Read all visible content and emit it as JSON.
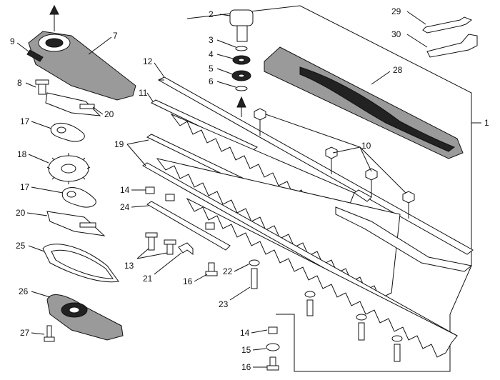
{
  "diagram": {
    "callouts": [
      {
        "key": "c1",
        "label": "1"
      },
      {
        "key": "c2",
        "label": "2"
      },
      {
        "key": "c3",
        "label": "3"
      },
      {
        "key": "c4",
        "label": "4"
      },
      {
        "key": "c5",
        "label": "5"
      },
      {
        "key": "c6",
        "label": "6"
      },
      {
        "key": "c7",
        "label": "7"
      },
      {
        "key": "c8",
        "label": "8"
      },
      {
        "key": "c9",
        "label": "9"
      },
      {
        "key": "c10",
        "label": "10"
      },
      {
        "key": "c11",
        "label": "11"
      },
      {
        "key": "c12",
        "label": "12"
      },
      {
        "key": "c13",
        "label": "13"
      },
      {
        "key": "c14a",
        "label": "14"
      },
      {
        "key": "c14b",
        "label": "14"
      },
      {
        "key": "c15",
        "label": "15"
      },
      {
        "key": "c16a",
        "label": "16"
      },
      {
        "key": "c16b",
        "label": "16"
      },
      {
        "key": "c17a",
        "label": "17"
      },
      {
        "key": "c17b",
        "label": "17"
      },
      {
        "key": "c18",
        "label": "18"
      },
      {
        "key": "c19",
        "label": "19"
      },
      {
        "key": "c20a",
        "label": "20"
      },
      {
        "key": "c20b",
        "label": "20"
      },
      {
        "key": "c21",
        "label": "21"
      },
      {
        "key": "c22",
        "label": "22"
      },
      {
        "key": "c23",
        "label": "23"
      },
      {
        "key": "c24",
        "label": "24"
      },
      {
        "key": "c25",
        "label": "25"
      },
      {
        "key": "c26",
        "label": "26"
      },
      {
        "key": "c27",
        "label": "27"
      },
      {
        "key": "c28",
        "label": "28"
      },
      {
        "key": "c29",
        "label": "29"
      },
      {
        "key": "c30",
        "label": "30"
      }
    ]
  }
}
